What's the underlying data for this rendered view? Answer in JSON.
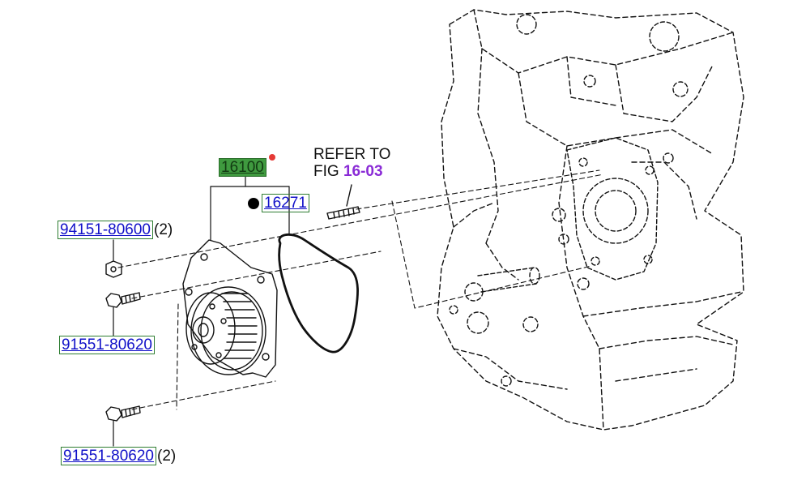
{
  "parts": {
    "water_pump": {
      "number": "16100",
      "marker_color": "#e53935"
    },
    "gasket": {
      "number": "16271"
    },
    "stud_bolt": {
      "number": "94151-80600",
      "qty": "(2)"
    },
    "bolt_upper": {
      "number": "91551-80620"
    },
    "bolt_lower": {
      "number": "91551-80620",
      "qty": "(2)"
    }
  },
  "reference": {
    "prefix": "REFER TO",
    "fig_label": "FIG",
    "fig_number": "16-03"
  },
  "colors": {
    "link_blue": "#1010c8",
    "label_green": "#3f9a3f",
    "fig_purple": "#8a2bd6",
    "line": "#111111"
  }
}
